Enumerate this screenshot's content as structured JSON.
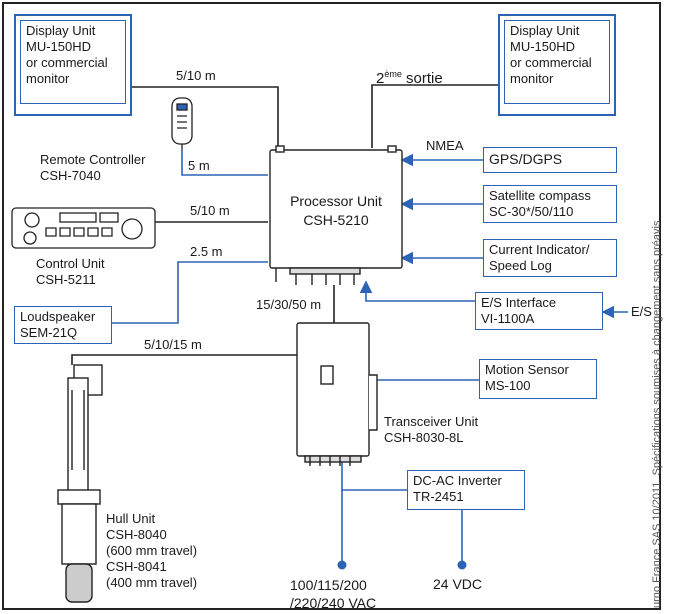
{
  "display_unit_left": {
    "line1": "Display Unit",
    "line2": "MU-150HD",
    "line3": "or commercial",
    "line4": "monitor"
  },
  "display_unit_right": {
    "line1": "Display Unit",
    "line2": "MU-150HD",
    "line3": "or commercial",
    "line4": "monitor"
  },
  "second_output": {
    "base": "2",
    "sup": "ème",
    "rest": " sortie"
  },
  "cable_top": "5/10 m",
  "remote": {
    "name": "Remote Controller",
    "model": "CSH-7040",
    "cable": "5 m"
  },
  "control_unit": {
    "name": "Control Unit",
    "model": "CSH-5211",
    "cable": "5/10 m"
  },
  "loudspeaker": {
    "name": "Loudspeaker",
    "model": "SEM-21Q",
    "cable": "2.5 m"
  },
  "processor": {
    "name": "Processor Unit",
    "model": "CSH-5210"
  },
  "nmea": "NMEA",
  "gps": "GPS/DGPS",
  "satellite": {
    "line1": "Satellite compass",
    "line2": "SC-30*/50/110"
  },
  "current": {
    "line1": "Current Indicator/",
    "line2": "Speed Log"
  },
  "es_interface": {
    "line1": "E/S Interface",
    "line2": "VI-1100A"
  },
  "es_label": "E/S",
  "cable_processor_transceiver": "15/30/50 m",
  "cable_hull": "5/10/15 m",
  "motion": {
    "line1": "Motion Sensor",
    "line2": "MS-100"
  },
  "transceiver": {
    "name": "Transceiver Unit",
    "model": "CSH-8030-8L"
  },
  "inverter": {
    "line1": "DC-AC Inverter",
    "line2": "TR-2451"
  },
  "hull": {
    "line1": "Hull Unit",
    "line2": "CSH-8040",
    "line3": "(600 mm travel)",
    "line4": "CSH-8041",
    "line5": "(400 mm travel)"
  },
  "power_ac": {
    "line1": "100/115/200",
    "line2": "/220/240 VAC"
  },
  "power_dc": "24 VDC",
  "side_note": "urno France SAS 10/2011. Spécifications soumises à changement sans préavis",
  "colors": {
    "line_blue": "#2d63b5",
    "line_black": "#222222",
    "frame": "#222222"
  }
}
